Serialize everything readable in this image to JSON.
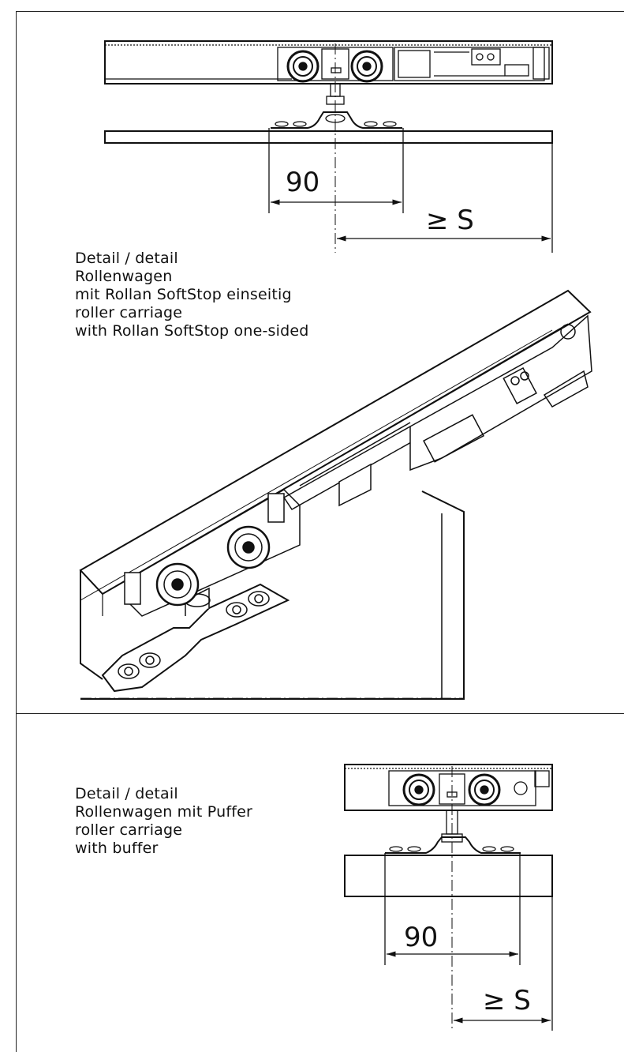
{
  "top_view": {
    "dimension_90": "90",
    "dimension_s": "≥ S"
  },
  "caption_softstop": {
    "lines": [
      "Detail / detail",
      "Rollenwagen",
      "mit Rollan SoftStop einseitig",
      "roller carriage",
      "with Rollan SoftStop one-sided"
    ]
  },
  "caption_buffer": {
    "lines": [
      "Detail / detail",
      "Rollenwagen mit Puffer",
      "roller carriage",
      "with buffer"
    ]
  },
  "bottom_view": {
    "dimension_90": "90",
    "dimension_s": "≥ S"
  }
}
